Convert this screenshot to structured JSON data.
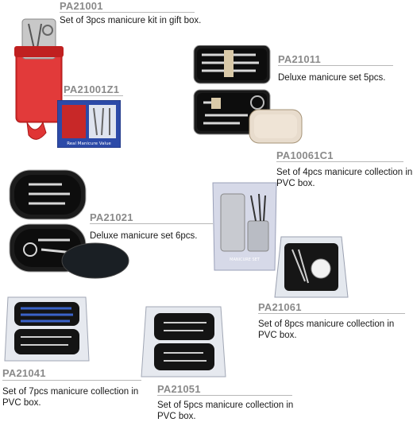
{
  "products": [
    {
      "code": "PA21001",
      "description": "Set of 3pcs manicure kit in gift box."
    },
    {
      "code": "PA21001Z1",
      "description": ""
    },
    {
      "code": "PA21011",
      "description": "Deluxe manicure set 5pcs."
    },
    {
      "code": "PA10061C1",
      "description_line1": "Set of 4pcs manicure collection in",
      "description_line2": "PVC box."
    },
    {
      "code": "PA21021",
      "description": "Deluxe manicure set 6pcs."
    },
    {
      "code": "PA21061",
      "description_line1": "Set of 8pcs manicure collection in",
      "description_line2": "PVC box."
    },
    {
      "code": "PA21041",
      "description_line1": "Set of 7pcs manicure collection in",
      "description_line2": "PVC box."
    },
    {
      "code": "PA21051",
      "description_line1": "Set of 5pcs manicure collection in",
      "description_line2": "PVC box."
    }
  ],
  "box_labels": {
    "gift_box": "Real Manicure Value",
    "cylinder_box": "MANICURE SET"
  },
  "colors": {
    "code_text": "#8a8a8a",
    "rule": "#b8b8b8",
    "red_case": "#d42a2a",
    "blue_box": "#2c4aa8"
  }
}
